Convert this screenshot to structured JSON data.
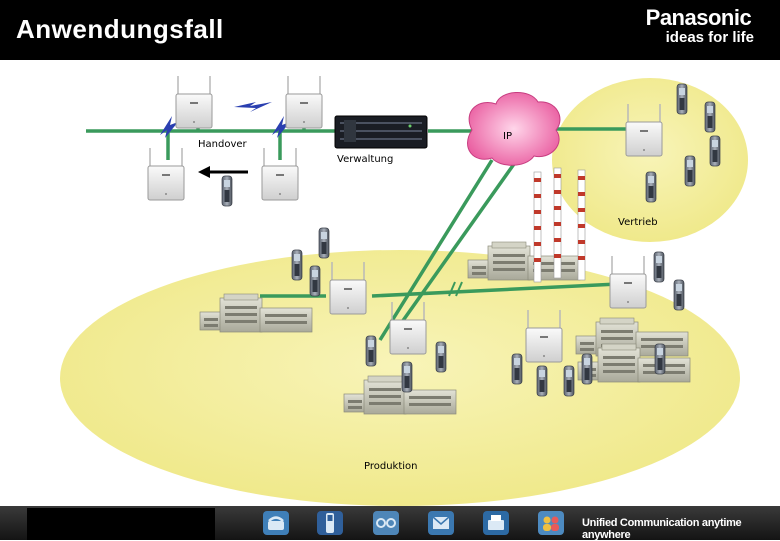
{
  "header": {
    "title": "Anwendungsfall",
    "brand_name": "Panasonic",
    "brand_tagline": "ideas for life"
  },
  "diagram": {
    "labels": {
      "handover": "Handover",
      "verwaltung": "Verwaltung",
      "ip": "IP",
      "vertrieb": "Vertrieb",
      "produktion": "Produktion"
    }
  },
  "footer": {
    "tagline": "Unified Communication anytime anywhere",
    "icons": [
      "phone-icon",
      "mobile-phone-icon",
      "network-icon",
      "mail-icon",
      "fax-icon",
      "users-icon"
    ]
  },
  "colors": {
    "header_bg": "#000000",
    "zone_fill": "#f4ef9a",
    "network_line": "#3a9a5c",
    "cloud_fill": "#ec6aa8",
    "wireless_link": "#2a3fb0"
  }
}
